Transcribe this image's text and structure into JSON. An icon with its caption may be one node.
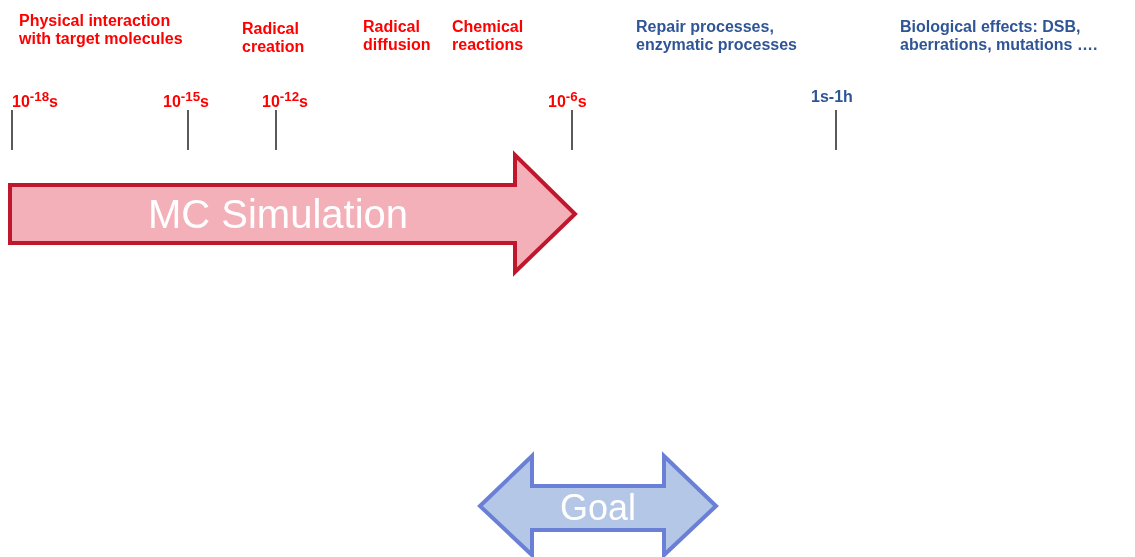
{
  "diagram": {
    "nodes": [
      {
        "text": [
          "MC Simulation"
        ]
      },
      {
        "text": [
          "Goal"
        ]
      }
    ],
    "edges": [],
    "labels": [
      "Physical interaction with target molecules",
      "Radical creation",
      "Radical diffusion",
      "Chemical reactions",
      "Repair processes, enzymatic processes",
      "Biological effects: DSB, aberrations, mutations ….",
      "10$^{-18}$s",
      "10$^{-15}$s",
      "10$^{-12}$s",
      "10$^{-6}$s",
      "1s-1h"
    ]
  }
}
